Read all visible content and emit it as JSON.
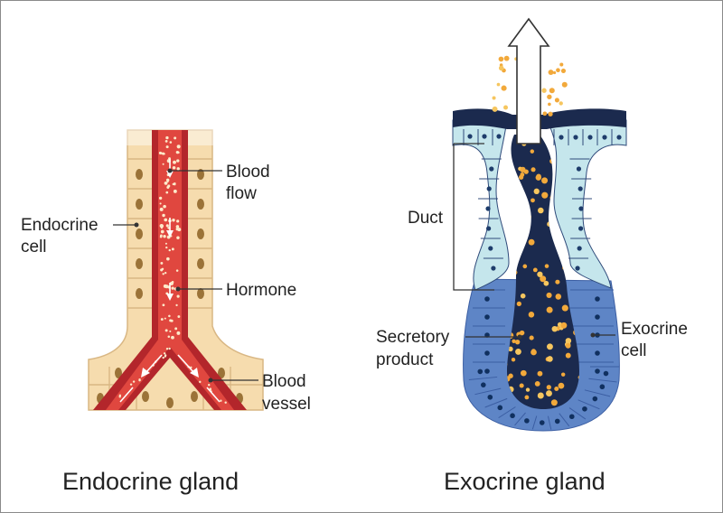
{
  "endocrine": {
    "title": "Endocrine gland",
    "labels": {
      "cell_line1": "Endocrine",
      "cell_line2": "cell",
      "flow_line1": "Blood",
      "flow_line2": "flow",
      "hormone": "Hormone",
      "vessel_line1": "Blood",
      "vessel_line2": "vessel"
    }
  },
  "exocrine": {
    "title": "Exocrine gland",
    "labels": {
      "duct": "Duct",
      "product_line1": "Secretory",
      "product_line2": "product",
      "cell_line1": "Exocrine",
      "cell_line2": "cell"
    }
  },
  "colors": {
    "tissue_fill": "#f6dcae",
    "tissue_stroke": "#d9b784",
    "nucleus": "#9b7338",
    "vessel_outer": "#b3262b",
    "vessel_inner": "#e0473f",
    "duct_cell": "#c5e6ec",
    "secretory_cell": "#5e85c6",
    "secretory_dark": "#3b5ea3",
    "lumen": "#1b2a4e",
    "granule": "#f2a93b"
  }
}
